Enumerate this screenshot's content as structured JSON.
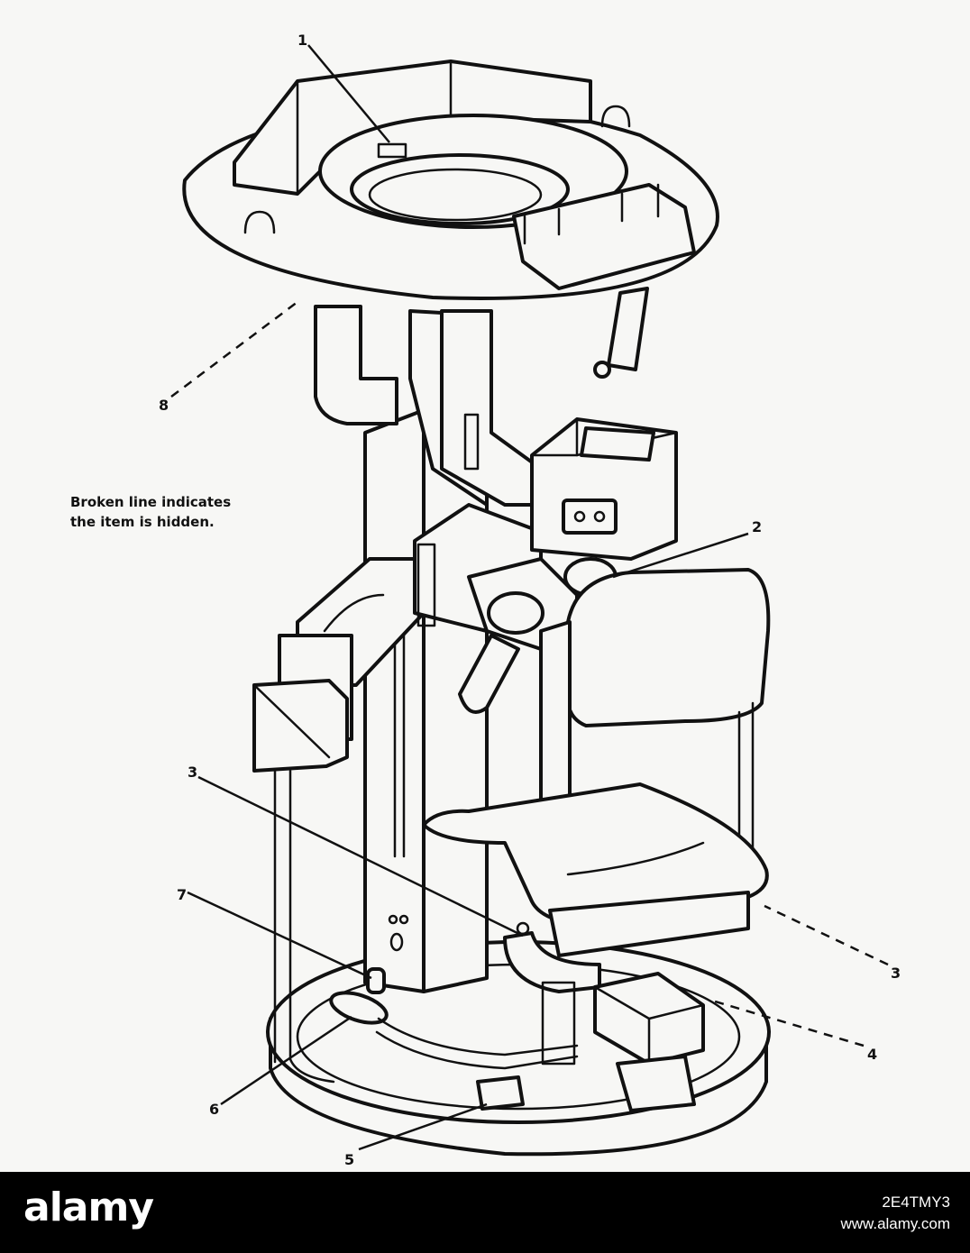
{
  "note": {
    "line1": "Broken line indicates",
    "line2": "the item is hidden."
  },
  "callouts": [
    {
      "id": "1",
      "label": "1",
      "style": "solid"
    },
    {
      "id": "2",
      "label": "2",
      "style": "solid"
    },
    {
      "id": "3a",
      "label": "3",
      "style": "solid"
    },
    {
      "id": "3b",
      "label": "3",
      "style": "dashed"
    },
    {
      "id": "4",
      "label": "4",
      "style": "dashed"
    },
    {
      "id": "5",
      "label": "5",
      "style": "solid"
    },
    {
      "id": "6",
      "label": "6",
      "style": "solid"
    },
    {
      "id": "7",
      "label": "7",
      "style": "solid"
    },
    {
      "id": "8",
      "label": "8",
      "style": "dashed"
    }
  ],
  "footer": {
    "logo": "alamy",
    "image_id": "2E4TMY3",
    "site": "www.alamy.com"
  },
  "colors": {
    "ink": "#111111",
    "paper": "#f7f7f5",
    "footer_bg": "#000000",
    "footer_text": "#ffffff"
  }
}
